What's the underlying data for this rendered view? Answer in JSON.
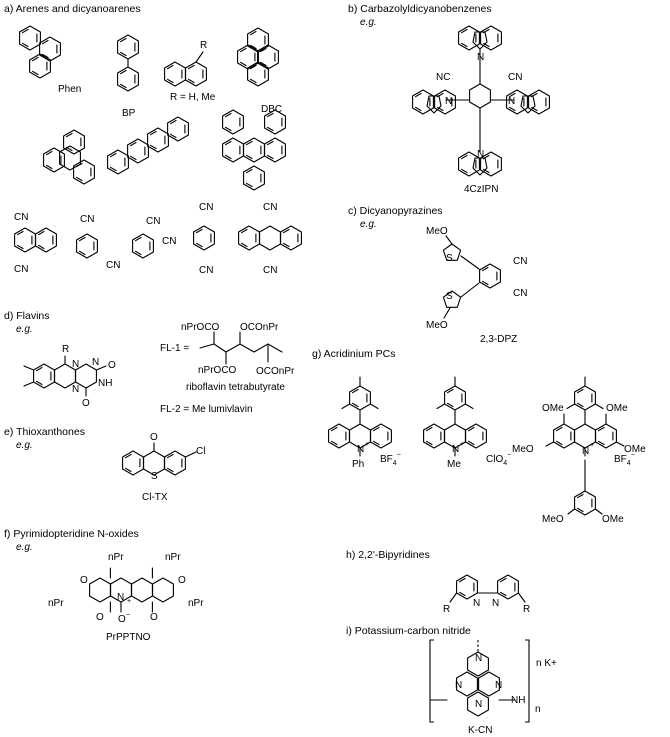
{
  "sections": {
    "a": "a) Arenes and dicyanoarenes",
    "b": "b) Carbazolyldicyanobenzenes",
    "c": "c) Dicyanopyrazines",
    "d": "d) Flavins",
    "e": "e) Thioxanthones",
    "f": "f) Pyrimidopteridine N-oxides",
    "g": "g) Acridinium PCs",
    "h": "h) 2,2'-Bipyridines",
    "i": "i) Potassium-carbon nitride"
  },
  "eg": "e.g.",
  "labels": {
    "phen": "Phen",
    "bp": "BP",
    "naph_r": "R = H, Me",
    "dbc": "DBC",
    "czipn": "4CzIPN",
    "dpz": "2,3-DPZ",
    "fl1": "FL-1 =",
    "riboflavin": "riboflavin tetrabutyrate",
    "fl2": "FL-2 = Me lumivlavin",
    "cltx": "Cl-TX",
    "prpptno": "PrPPTNO",
    "kcn": "K-CN"
  },
  "atoms": {
    "R": "R",
    "CN": "CN",
    "NC": "NC",
    "N": "N",
    "NH": "NH",
    "O": "O",
    "S": "S",
    "Cl": "Cl",
    "MeO": "MeO",
    "OMe": "OMe",
    "Ph": "Ph",
    "Me": "Me",
    "nPr": "nPr",
    "nPrOCO": "nPrOCO",
    "OCOnPr": "OCOnPr",
    "H": "H",
    "n": "n",
    "BF4": "BF4",
    "ClO4": "ClO4",
    "minus": "−",
    "four": "4",
    "plus": "+",
    "nK": "n K+"
  }
}
